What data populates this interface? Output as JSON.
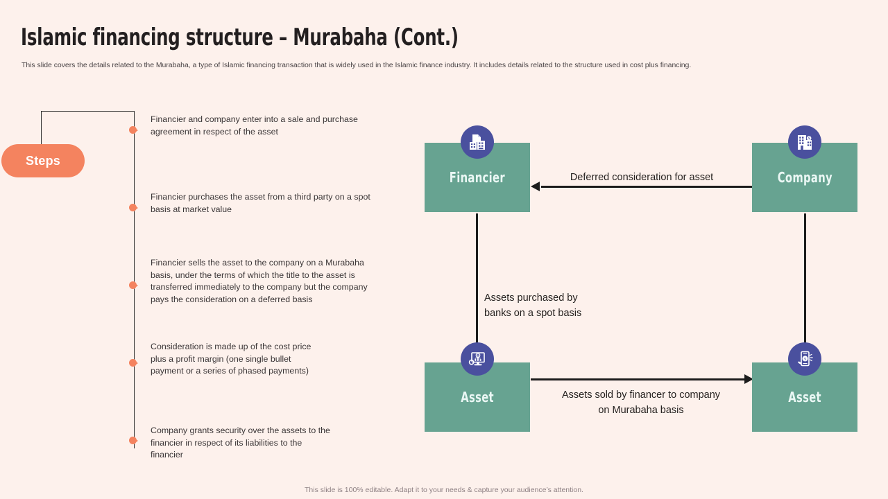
{
  "header": {
    "title": "Islamic financing structure – Murabaha (Cont.)",
    "subtitle": "This slide covers the details related to the Murabaha, a type of Islamic financing transaction that is widely used in the Islamic finance industry. It includes details related to the structure used in cost plus financing."
  },
  "steps_panel": {
    "pill_label": "Steps",
    "items": [
      {
        "text": "Financier and company enter into a sale and purchase agreement in respect of the asset"
      },
      {
        "text": "Financier purchases the asset from a third party on a spot basis at market value"
      },
      {
        "text": "Financier sells the asset to the company on a Murabaha basis, under the terms of which the title to the asset is transferred immediately to the company but the company pays the consideration on a deferred basis"
      },
      {
        "text": "Consideration is made up of the cost price plus a profit margin (one single bullet payment or a series of phased payments)"
      },
      {
        "text": "Company grants security over the assets to the financier in respect of its liabilities to the financier"
      }
    ]
  },
  "diagram": {
    "nodes": [
      {
        "id": "financier",
        "label": "Financier",
        "icon": "document-building-icon"
      },
      {
        "id": "company",
        "label": "Company",
        "icon": "office-building-icon"
      },
      {
        "id": "asset-left",
        "label": "Asset",
        "icon": "monitor-chart-gear-icon"
      },
      {
        "id": "asset-right",
        "label": "Asset",
        "icon": "mobile-money-icon"
      }
    ],
    "edges": [
      {
        "id": "deferred-consideration",
        "label": "Deferred consideration for asset",
        "direction": "right-to-left"
      },
      {
        "id": "assets-purchased",
        "label": "Assets purchased by\nbanks on a spot basis",
        "direction": "none"
      },
      {
        "id": "assets-sold",
        "label": "Assets sold by financer to company\non Murabaha basis",
        "direction": "left-to-right"
      }
    ],
    "edge_labels": {
      "deferred": "Deferred consideration for asset",
      "purchased_line1": "Assets purchased by",
      "purchased_line2": "banks on a spot basis",
      "sold_line1": "Assets sold by financer to company",
      "sold_line2": "on Murabaha basis"
    }
  },
  "footer": {
    "note": "This slide is 100% editable. Adapt it to your needs & capture your audience’s attention."
  },
  "colors": {
    "background": "#FDF1EC",
    "accent_orange": "#F4835F",
    "node_green": "#67A391",
    "icon_indigo": "#4A509E",
    "line_dark": "#1C1C1C"
  }
}
